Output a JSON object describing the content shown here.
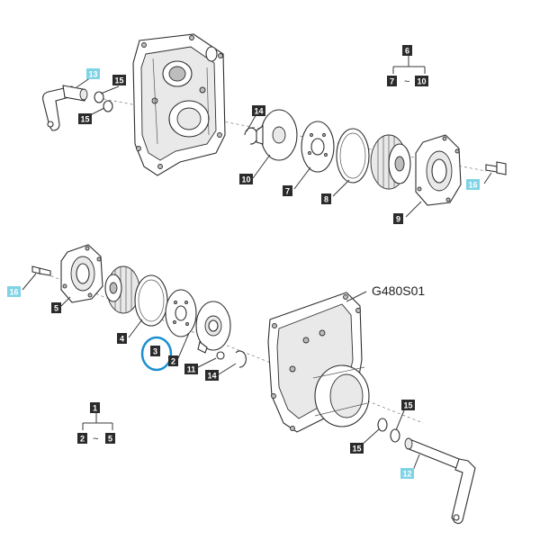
{
  "diagram_code": "G480S01",
  "range_symbol": "~",
  "highlight_color": "#1a8fd0",
  "callout_dark": "#2b2b2b",
  "callout_cyan": "#7fd3e6",
  "labels": {
    "l13": "13",
    "l15a": "15",
    "l15b": "15",
    "l14a": "14",
    "l10": "10",
    "l7": "7",
    "l8": "8",
    "l9": "9",
    "l16a": "16",
    "l6": "6",
    "l6from": "7",
    "l6to": "10",
    "l16b": "16",
    "l5": "5",
    "l4": "4",
    "l3": "3",
    "l2": "2",
    "l11": "11",
    "l14b": "14",
    "l15c": "15",
    "l15d": "15",
    "l12": "12",
    "l1": "1",
    "l1from": "2",
    "l1to": "5"
  }
}
